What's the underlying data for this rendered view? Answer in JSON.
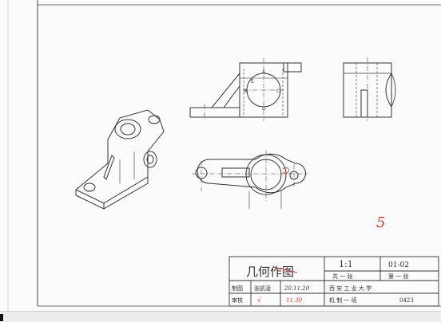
{
  "drawing_title": "几何作图",
  "scale": "1:1",
  "drawing_number": "01-02",
  "sheet_total": "共 一 张",
  "sheet_index": "第 一 张",
  "university": "西 安 工 业 大 学",
  "row_drafted": {
    "label": "制图",
    "name": "张凯凌",
    "date": "20.11.20"
  },
  "row_checked": {
    "label": "审核",
    "mark": "√",
    "date": "11.30"
  },
  "class_info": {
    "class": "机 制 一 班",
    "student_no": "0423"
  },
  "grade": "5",
  "point_labels": [
    "A",
    "B",
    "C",
    "D",
    "E"
  ],
  "colors": {
    "ink": "#333333",
    "red_pen": "#d23a2c",
    "paper": "#fbfbfb"
  }
}
